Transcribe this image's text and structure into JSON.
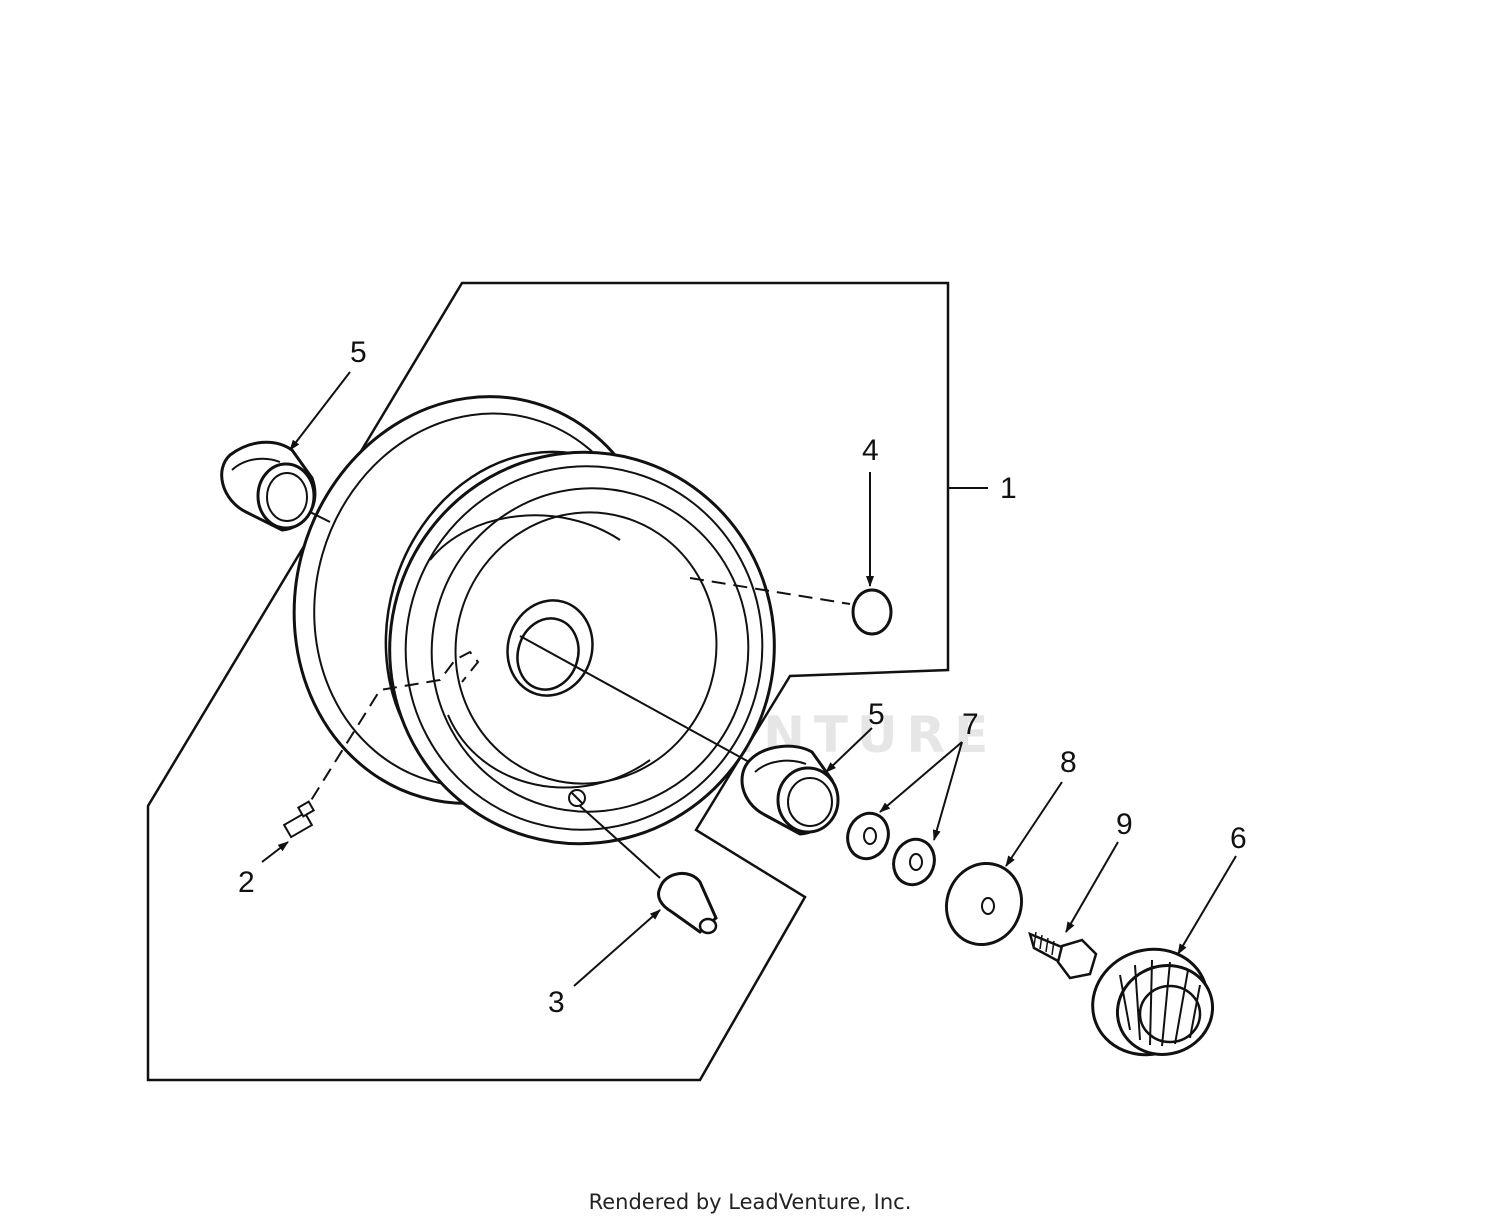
{
  "watermark": "LEADVENTURE",
  "footer": "Rendered by LeadVenture, Inc.",
  "callouts": {
    "assembly": "1",
    "valve": "2",
    "fitting": "3",
    "plug": "4",
    "bearing_left": "5",
    "bearing_right": "5",
    "cap": "6",
    "washers": "7",
    "washer_large": "8",
    "bolt": "9"
  },
  "colors": {
    "ink": "#111111",
    "paper": "#ffffff",
    "watermark": "#e6e6e6"
  }
}
